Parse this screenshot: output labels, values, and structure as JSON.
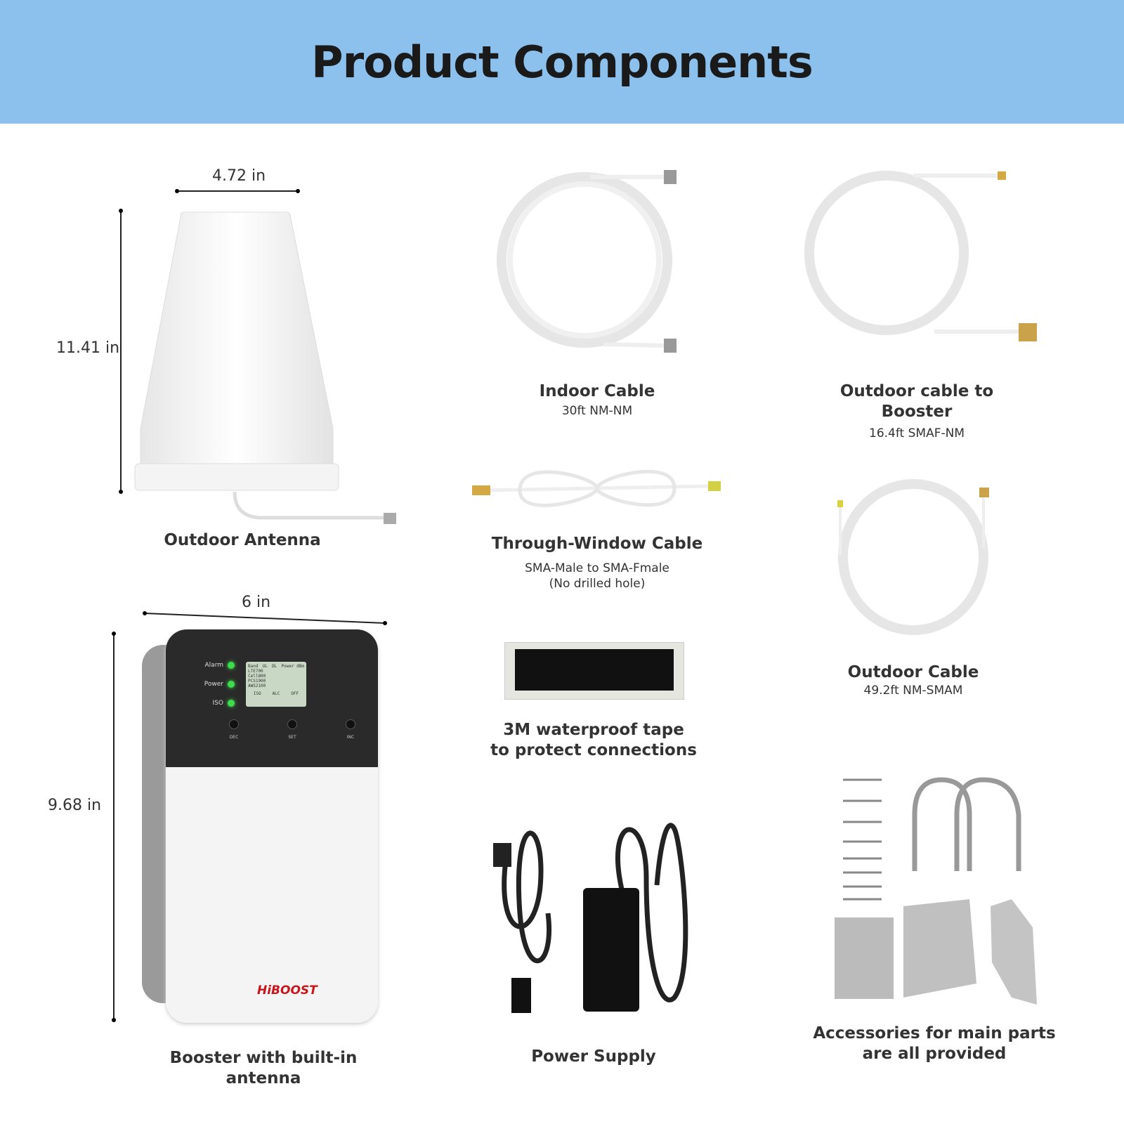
{
  "header": {
    "title": "Product Components"
  },
  "antenna": {
    "label": "Outdoor Antenna",
    "width": "4.72 in",
    "height": "11.41 in"
  },
  "booster": {
    "label": "Booster with built-in antenna",
    "width": "6 in",
    "height": "9.68 in",
    "brand": "HiBOOST",
    "leds": [
      "Alarm",
      "Power",
      "ISO"
    ],
    "lcd": {
      "header": [
        "Band",
        "UL",
        "DL",
        "Power dBm"
      ],
      "bands": [
        "LTE700",
        "Cell800",
        "PCS1900",
        "AWS2100"
      ],
      "footer": [
        "ISO",
        "ALC",
        "OFF"
      ]
    },
    "buttons": [
      "DEC",
      "SET",
      "INC"
    ]
  },
  "indoor_cable": {
    "label": "Indoor Cable",
    "spec": "30ft NM-NM"
  },
  "outdoor_cable_booster": {
    "label": "Outdoor cable to Booster",
    "spec": "16.4ft SMAF-NM"
  },
  "window_cable": {
    "label": "Through-Window Cable",
    "spec": "SMA-Male to SMA-Fmale",
    "note": "(No drilled hole)"
  },
  "outdoor_cable": {
    "label": "Outdoor Cable",
    "spec": "49.2ft NM-SMAM"
  },
  "tape": {
    "label": "3M waterproof tape",
    "label2": "to protect connections"
  },
  "power": {
    "label": "Power Supply"
  },
  "accessories": {
    "label": "Accessories for main parts",
    "label2": "are all provided"
  },
  "colors": {
    "header_bg": "#8cc1ee",
    "led": "#3ddc4a"
  }
}
